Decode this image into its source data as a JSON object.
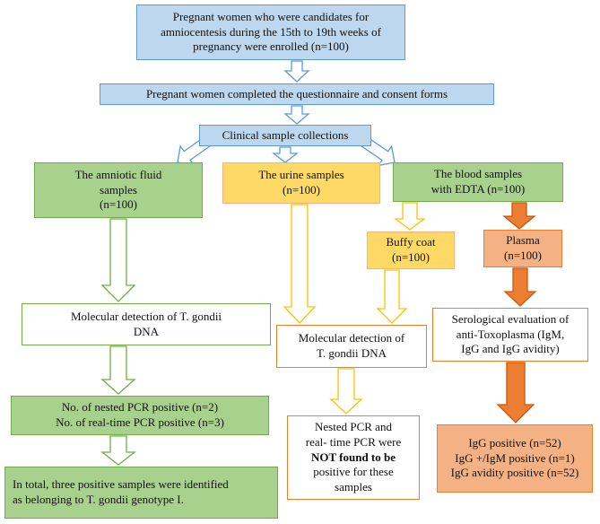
{
  "nodes": {
    "enrolled": {
      "lines": [
        "Pregnant women who were candidates for",
        "amniocentesis during the 15th to 19th weeks of",
        "pregnancy were enrolled (n=100)"
      ]
    },
    "questionnaire": {
      "lines": [
        "Pregnant women completed the questionnaire and consent forms"
      ]
    },
    "collections": {
      "lines": [
        "Clinical sample collections"
      ]
    },
    "amniotic": {
      "lines": [
        "The amniotic fluid",
        "samples",
        "(n=100)"
      ]
    },
    "urine": {
      "lines": [
        "The urine samples",
        "(n=100)"
      ]
    },
    "blood": {
      "lines": [
        "The blood samples",
        "with EDTA (n=100)"
      ]
    },
    "buffy": {
      "lines": [
        "Buffy coat",
        "(n=100)"
      ]
    },
    "plasma": {
      "lines": [
        "Plasma",
        "(n=100)"
      ]
    },
    "mol_amniotic": {
      "lines": [
        "Molecular detection of T. gondii",
        "DNA"
      ]
    },
    "mol_urine": {
      "lines": [
        "Molecular detection of",
        "T. gondii DNA"
      ]
    },
    "serology": {
      "lines": [
        "Serological evaluation of",
        "anti-Toxoplasma (IgM,",
        "IgG and IgG avidity)"
      ]
    },
    "pcr_results": {
      "lines": [
        "No. of nested PCR positive (n=2)",
        "No. of real-time PCR positive  (n=3)"
      ]
    },
    "not_found": {
      "lines": [
        "Nested PCR and",
        "real- time PCR were",
        "NOT found to be",
        "positive for these",
        "samples"
      ]
    },
    "igg_results": {
      "lines": [
        "IgG positive (n=52)",
        "IgG +/IgM positive (n=1)",
        "IgG avidity positive (n=52)"
      ]
    },
    "total": {
      "lines": [
        "In total, three positive samples were identified",
        "as belonging to T. gondii genotype I."
      ]
    }
  },
  "colors": {
    "blue_fill": "#bdd7ee",
    "blue_border": "#5b9bd5",
    "green_fill": "#a9d18e",
    "green_border": "#70ad47",
    "yellow_fill": "#ffd966",
    "yellow_arrow": "#ffc000",
    "orange_fill": "#f4b183",
    "orange_border": "#ed7d31"
  }
}
